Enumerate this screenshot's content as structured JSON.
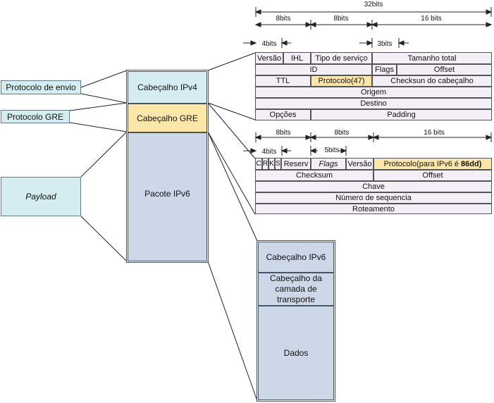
{
  "side_labels": {
    "protocolo_envio": "Protocolo de envio",
    "protocolo_gre": "Protocolo GRE",
    "payload": "Payload"
  },
  "stack": {
    "ipv4": "Cabeçalho IPv4",
    "gre": "Cabeçalho GRE",
    "ipv6": "Pacote IPv6"
  },
  "ipv6_packet": {
    "header": "Cabeçalho IPv6",
    "transport": "Cabeçalho da camada de transporte",
    "data": "Dados"
  },
  "ipv4_dims": {
    "total": "32bits",
    "b1": "8bits",
    "b2": "8bits",
    "b3": "16 bits",
    "small1": "4bits",
    "small2": "3bits"
  },
  "ipv4_header": {
    "versao": "Versão",
    "ihl": "IHL",
    "tipo": "Tipo de serviço",
    "tamanho": "Tamanho total",
    "id": "ID",
    "flags": "Flags",
    "offset": "Offset",
    "ttl": "TTL",
    "protocolo": "Protocolo(47)",
    "checksum": "Checksun do cabeçalho",
    "origem": "Origem",
    "destino": "Destino",
    "opcoes": "Opções",
    "padding": "Padding"
  },
  "gre_dims": {
    "b1": "8bits",
    "b2": "8bits",
    "b3": "16 bits",
    "small1": "4bits",
    "small2": "5bits"
  },
  "gre_header": {
    "c": "C",
    "r": "R",
    "k": "K",
    "s": "S",
    "reserv": "Reserv",
    "flags": "Flags",
    "versao": "Versão",
    "protocolo": "Protocolo(para IPv6 é ",
    "protocolo_bold": "86dd)",
    "checksum": "Checksum",
    "offset": "Offset",
    "chave": "Chave",
    "sequencia": "Número de sequencia",
    "roteamento": "Roteamento"
  },
  "colors": {
    "ipv4": "#d5ecf1",
    "gre": "#fde7a8",
    "ipv6": "#ccd8e8",
    "cell": "#f4eef7"
  }
}
